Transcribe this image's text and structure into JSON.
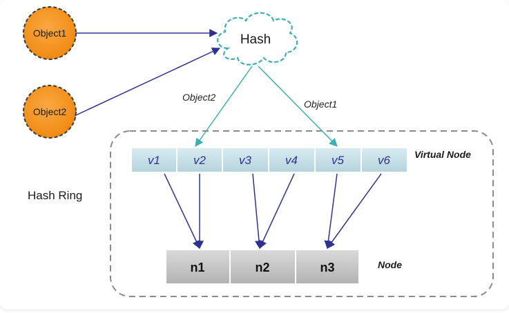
{
  "diagram": {
    "objects": [
      {
        "id": "object1",
        "label": "Object1"
      },
      {
        "id": "object2",
        "label": "Object2"
      }
    ],
    "hash": {
      "label": "Hash"
    },
    "edge_labels": {
      "object2": "Object2",
      "object1": "Object1"
    },
    "ring": {
      "label": "Hash Ring"
    },
    "virtual_nodes": {
      "legend": "Virtual Node",
      "items": [
        "v1",
        "v2",
        "v3",
        "v4",
        "v5",
        "v6"
      ]
    },
    "physical_nodes": {
      "legend": "Node",
      "items": [
        "n1",
        "n2",
        "n3"
      ]
    },
    "colors": {
      "object_fill": "#F7941D",
      "object_stroke": "#3A3A3A",
      "hash_stroke": "#3BAFB2",
      "teal_arrow": "#3BAFB2",
      "blue_arrow": "#2E3192",
      "vnode_fill": "#C5DEE6",
      "vnode_text": "#2E3192",
      "node_fill": "#C8C8C8",
      "ring_dash": "#8A8A8A"
    }
  }
}
